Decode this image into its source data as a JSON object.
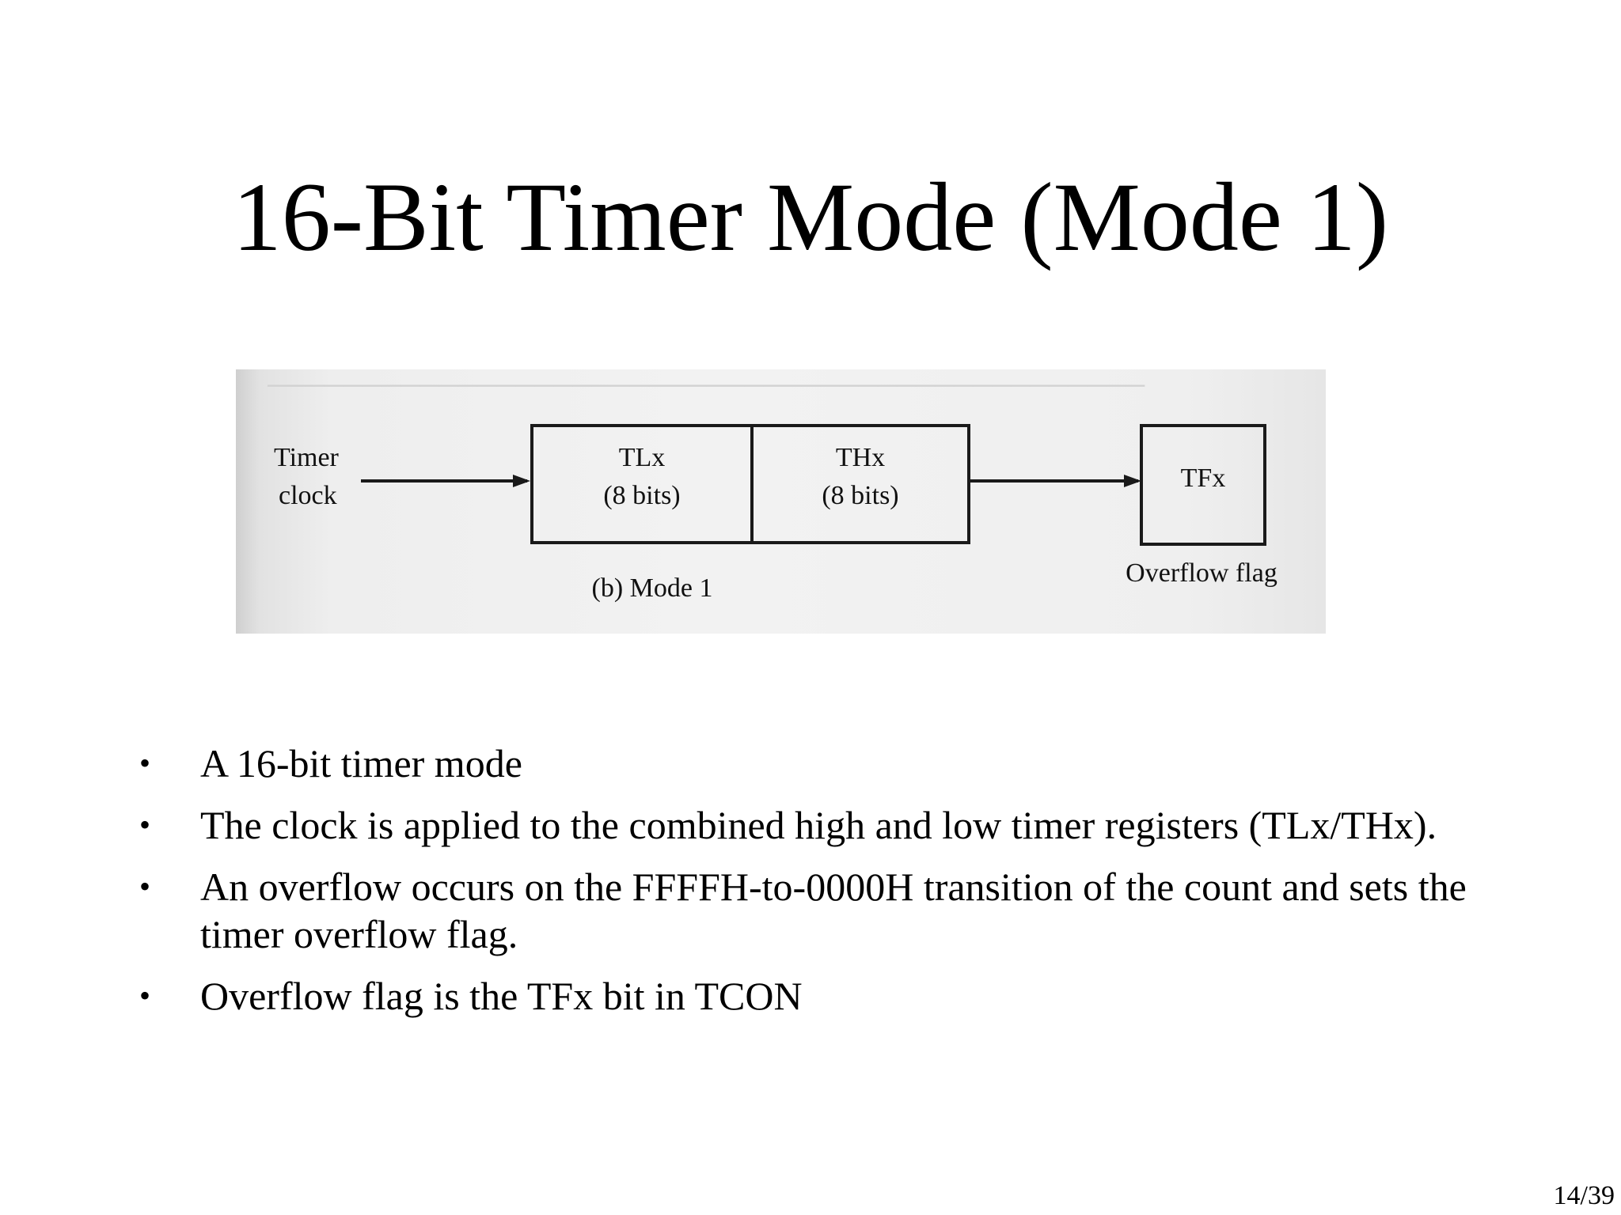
{
  "slide": {
    "title": "16-Bit Timer Mode (Mode 1)",
    "page_number": "14/39"
  },
  "figure": {
    "timer_clock_label": [
      "Timer",
      "clock"
    ],
    "tl_register": {
      "name": "TLx",
      "bits": "(8 bits)"
    },
    "th_register": {
      "name": "THx",
      "bits": "(8 bits)"
    },
    "flag_register": "TFx",
    "flag_caption": "Overflow flag",
    "caption": "(b) Mode 1"
  },
  "bullets": [
    "A 16-bit timer mode",
    "The clock is applied to the combined high and low timer registers (TLx/THx).",
    "An overflow occurs on the FFFFH-to-0000H transition of the count and sets the timer overflow flag.",
    "Overflow flag is the TFx bit in TCON"
  ],
  "colors": {
    "text": "#000000",
    "figure_background": "#efefef",
    "figure_lines": "#1a1a1a"
  }
}
